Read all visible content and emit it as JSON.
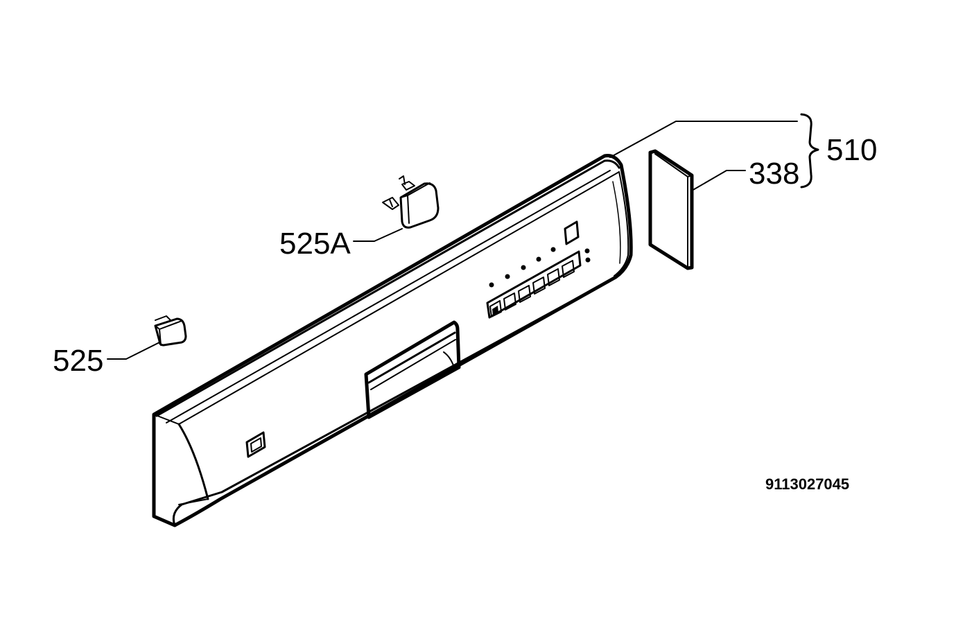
{
  "labels": {
    "part_510": "510",
    "part_338": "338",
    "part_525a": "525A",
    "part_525": "525"
  },
  "drawing_code": "9113027045"
}
